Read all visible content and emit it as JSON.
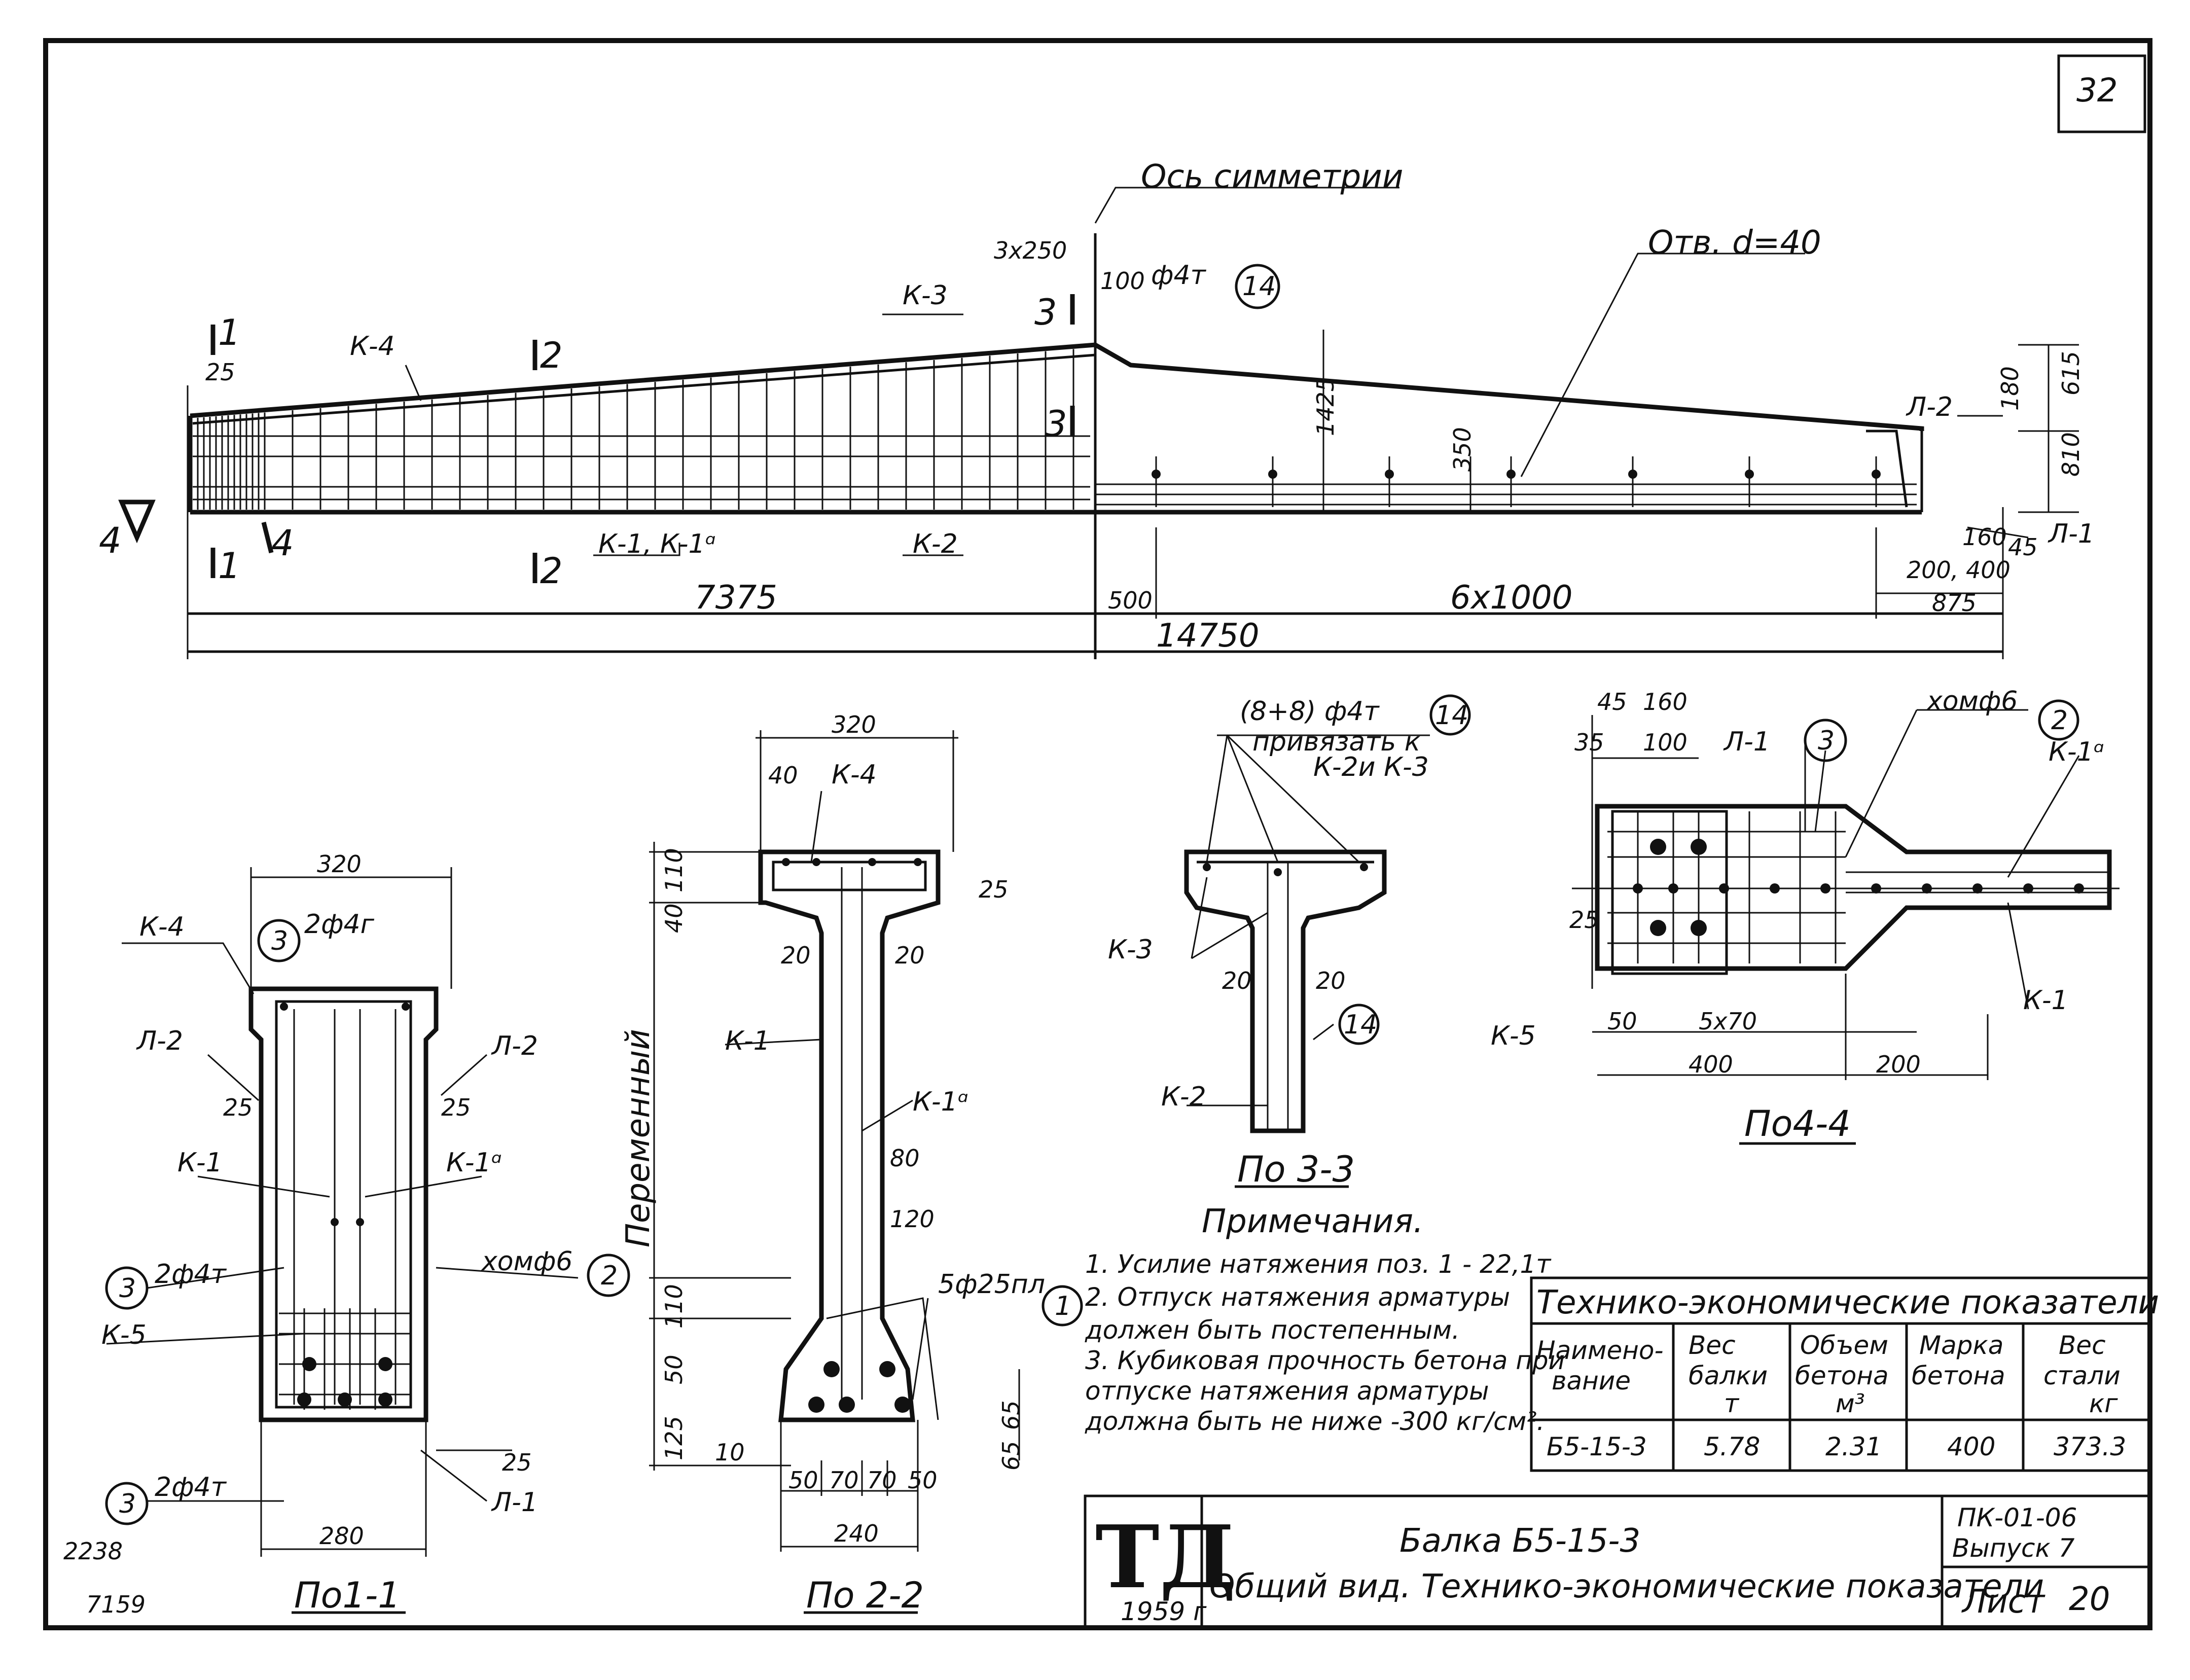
{
  "sheet": {
    "number": "32",
    "stamp_left": "2238",
    "stamp_left2": "7159"
  },
  "elevation": {
    "axis_label": "Ось симметрии",
    "markers": {
      "k4": "К-4",
      "k3": "К-3",
      "k2": "К-2",
      "k1": "К-1, К-1ᵅ",
      "s1": "1",
      "s2": "2",
      "s3": "3",
      "s4": "4",
      "l2": "Л-2",
      "l1": "Л-1"
    },
    "dims": {
      "d_25": "25",
      "d_3x250": "3x250",
      "d_100": "100",
      "rebar_phi4": "ф4т",
      "pos14": "14",
      "hole": "Отв. d=40",
      "d_1425": "1425",
      "d_350": "350",
      "d_180": "180",
      "d_615": "615",
      "d_810": "810",
      "d_160": "160",
      "d_45": "45",
      "d_200_400": "200, 400",
      "d_875": "875",
      "d_7375": "7375",
      "d_500": "500",
      "d_6x1000": "6x1000",
      "d_14750": "14750"
    }
  },
  "section11": {
    "title": "По1-1",
    "d_320": "320",
    "d_280": "280",
    "d_25a": "25",
    "d_25b": "25",
    "d_25c": "25",
    "k4": "К-4",
    "l2a": "Л-2",
    "l2b": "Л-2",
    "k1": "К-1",
    "k1a": "К-1ᵅ",
    "k5": "К-5",
    "l1": "Л-1",
    "pos3": "3",
    "rebar_top": "2ф4г",
    "rebar_mid": "2ф4т",
    "rebar_bot": "2ф4т",
    "clamp": "хомф6",
    "pos2": "2"
  },
  "section22": {
    "title": "По 2-2",
    "side_label": "Переменный",
    "d_320": "320",
    "d_40": "40",
    "d_110": "110",
    "d_40b": "40",
    "d_25": "25",
    "d_20a": "20",
    "d_20b": "20",
    "d_80": "80",
    "d_120": "120",
    "d_110b": "110",
    "d_50": "50",
    "d_125": "125",
    "d_10": "10",
    "d_65a": "65",
    "d_65b": "65",
    "b50a": "50",
    "b70a": "70",
    "b70b": "70",
    "b50b": "50",
    "d_240": "240",
    "k4": "К-4",
    "k1": "К-1",
    "k1a": "К-1ᵅ",
    "strands": "5ф25пл",
    "pos1": "1"
  },
  "section33": {
    "title": "По 3-3",
    "rebar": "(8+8) ф4т",
    "pos14a": "14",
    "tie_note1": "привязать к",
    "tie_note2": "К-2и К-3",
    "k3": "К-3",
    "k2": "К-2",
    "d_20a": "20",
    "d_20b": "20",
    "pos14b": "14"
  },
  "section44": {
    "title": "По4-4",
    "d_45": "45",
    "d_160": "160",
    "d_35": "35",
    "d_100": "100",
    "d_25": "25",
    "d_50": "50",
    "d_5x70": "5x70",
    "d_400": "400",
    "d_200": "200",
    "l1": "Л-1",
    "pos3": "3",
    "clamp": "хомф6",
    "pos2": "2",
    "k1a": "К-1ᵅ",
    "k1": "К-1",
    "k5": "К-5"
  },
  "notes": {
    "heading": "Примечания.",
    "items": [
      "1. Усилие натяжения поз. 1 - 22,1т",
      "2. Отпуск натяжения арматуры",
      "    должен быть постепенным.",
      "3. Кубиковая прочность бетона при",
      "    отпуске натяжения арматуры",
      "    должна быть не ниже -300 кг/см²."
    ]
  },
  "tech_table": {
    "title": "Технико-экономические показатели",
    "headers": [
      [
        "Наимено-",
        "вание"
      ],
      [
        "Вес",
        "балки",
        "т"
      ],
      [
        "Объем",
        "бетона",
        "м³"
      ],
      [
        "Марка",
        "бетона"
      ],
      [
        "Вес",
        "стали",
        "кг"
      ]
    ],
    "row": [
      "Б5-15-3",
      "5.78",
      "2.31",
      "400",
      "373.3"
    ]
  },
  "title_block": {
    "logo": "ТД",
    "year": "1959 г",
    "name": "Балка Б5-15-3",
    "subtitle": "Общий вид. Технико-экономические показатели",
    "code": "ПК-01-06",
    "issue": "Выпуск 7",
    "sheet_label": "Лист",
    "sheet_no": "20"
  }
}
